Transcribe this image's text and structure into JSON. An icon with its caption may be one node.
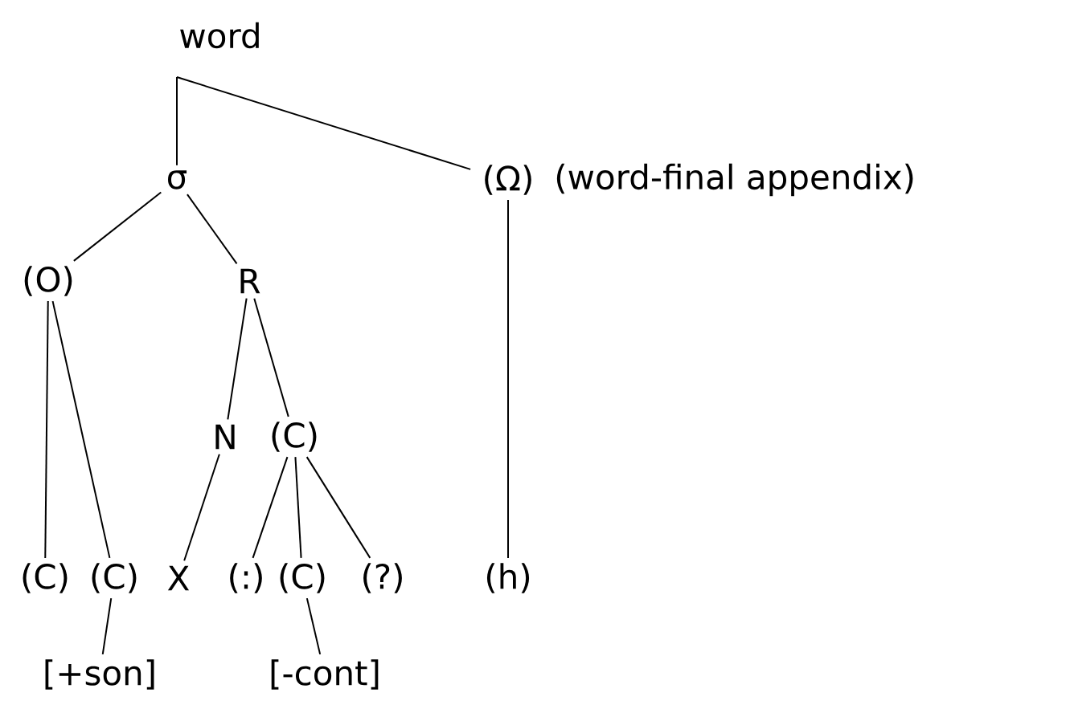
{
  "diagram": {
    "nodes": [
      {
        "text": [
          "word"
        ]
      },
      {
        "text": [
          "σ"
        ]
      },
      {
        "text": [
          "(Ω)"
        ],
        "beside": [
          "(word-final appendix)"
        ]
      },
      {
        "text": [
          "(O)"
        ]
      },
      {
        "text": [
          "R"
        ]
      },
      {
        "text": [
          "N"
        ]
      },
      {
        "text": [
          "(C)"
        ]
      },
      {
        "text": [
          "(C)"
        ]
      },
      {
        "text": [
          "(C)"
        ]
      },
      {
        "text": [
          "X"
        ]
      },
      {
        "text": [
          "(:)"
        ]
      },
      {
        "text": [
          "(C)"
        ]
      },
      {
        "text": [
          "(?)"
        ]
      },
      {
        "text": [
          "(h)"
        ]
      },
      {
        "text": [
          "[+son]"
        ]
      },
      {
        "text": [
          "[-cont]"
        ]
      }
    ],
    "edges": [
      {
        "from": 0,
        "to": 1,
        "arrow": "none"
      },
      {
        "from": 0,
        "to": 2,
        "arrow": "none"
      },
      {
        "from": 1,
        "to": 3,
        "arrow": "none"
      },
      {
        "from": 1,
        "to": 4,
        "arrow": "none"
      },
      {
        "from": 3,
        "to": 7,
        "arrow": "none"
      },
      {
        "from": 3,
        "to": 8,
        "arrow": "none"
      },
      {
        "from": 4,
        "to": 5,
        "arrow": "none"
      },
      {
        "from": 4,
        "to": 6,
        "arrow": "none"
      },
      {
        "from": 5,
        "to": 9,
        "arrow": "none"
      },
      {
        "from": 6,
        "to": 10,
        "arrow": "none"
      },
      {
        "from": 6,
        "to": 11,
        "arrow": "none"
      },
      {
        "from": 6,
        "to": 12,
        "arrow": "none"
      },
      {
        "from": 2,
        "to": 13,
        "arrow": "none"
      },
      {
        "from": 8,
        "to": 14,
        "arrow": "none"
      },
      {
        "from": 11,
        "to": 15,
        "arrow": "none"
      }
    ]
  }
}
